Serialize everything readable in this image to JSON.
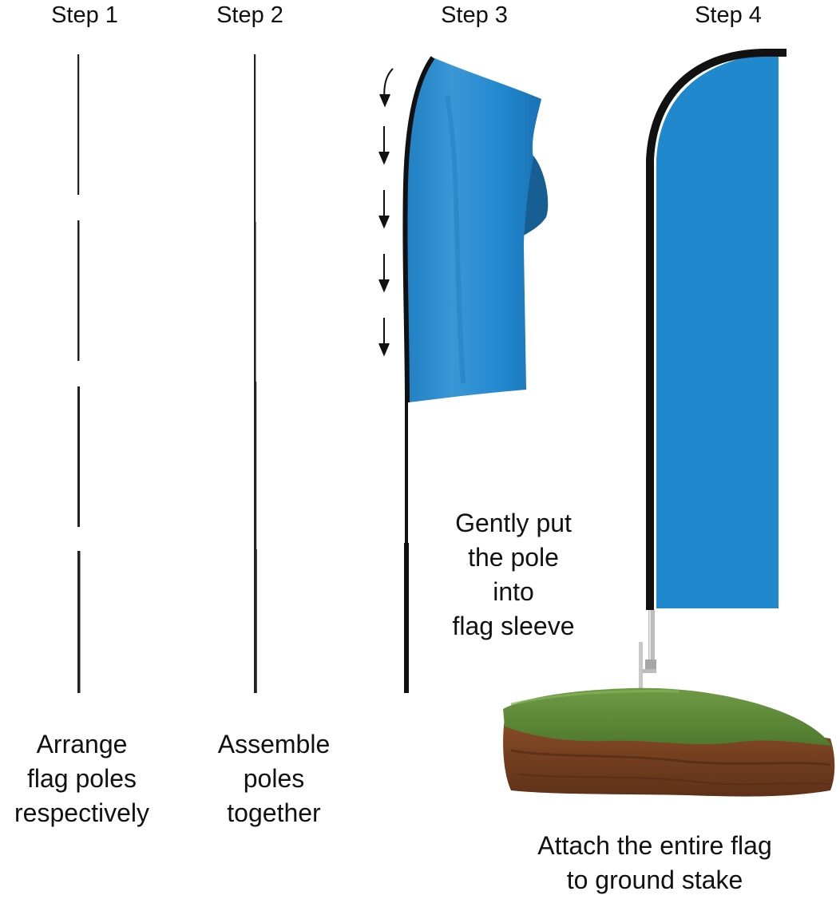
{
  "steps": [
    {
      "title": "Step 1",
      "caption_lines": [
        "Arrange",
        "flag poles",
        "respectively"
      ]
    },
    {
      "title": "Step 2",
      "caption_lines": [
        "Assemble",
        "poles",
        "together"
      ]
    },
    {
      "title": "Step 3",
      "caption_lines": [
        "Gently put",
        "the pole",
        "into",
        "flag sleeve"
      ]
    },
    {
      "title": "Step 4",
      "caption_lines": [
        "Attach the entire flag",
        "to ground stake"
      ]
    }
  ],
  "colors": {
    "flag": "#2088cc",
    "flag_shadow": "#1a6fa8",
    "pole": "#111111",
    "grass": "#5e8c3a",
    "soil": "#7a4222",
    "stake": "#b8b8b8"
  },
  "icons": {
    "arrow": "down-arrow-icon",
    "curved_arrow": "curved-down-arrow-icon"
  }
}
